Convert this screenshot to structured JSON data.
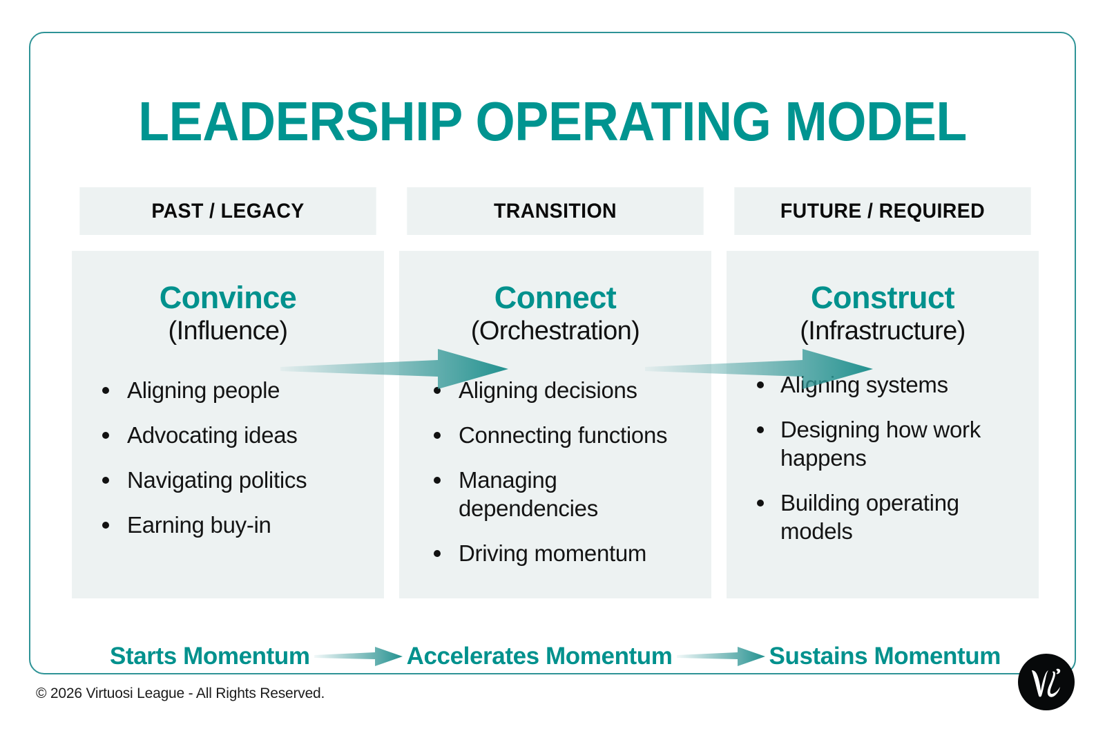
{
  "slide": {
    "title": "LEADERSHIP OPERATING MODEL",
    "accent_color": "#009490",
    "panel_color": "#edf2f2",
    "border_color": "#2e9396",
    "text_color": "#111111"
  },
  "columns": [
    {
      "header": "PAST / LEGACY",
      "term": "Convince",
      "subtitle": "(Influence)",
      "bullets": [
        "Aligning people",
        "Advocating ideas",
        "Navigating politics",
        "Earning buy-in"
      ]
    },
    {
      "header": "TRANSITION",
      "term": "Connect",
      "subtitle": "(Orchestration)",
      "bullets": [
        "Aligning decisions",
        "Connecting functions",
        "Managing dependencies",
        "Driving momentum"
      ]
    },
    {
      "header": "FUTURE / REQUIRED",
      "term": "Construct",
      "subtitle": "(Infrastructure)",
      "bullets": [
        "Aligning systems",
        "Designing how work happens",
        "Building operating models"
      ]
    }
  ],
  "momentum": {
    "labels": [
      "Starts Momentum",
      "Accelerates Momentum",
      "Sustains Momentum"
    ]
  },
  "footer": {
    "copyright": "© 2026 Virtuosi League - All Rights Reserved.",
    "logo_monogram": "VL"
  }
}
